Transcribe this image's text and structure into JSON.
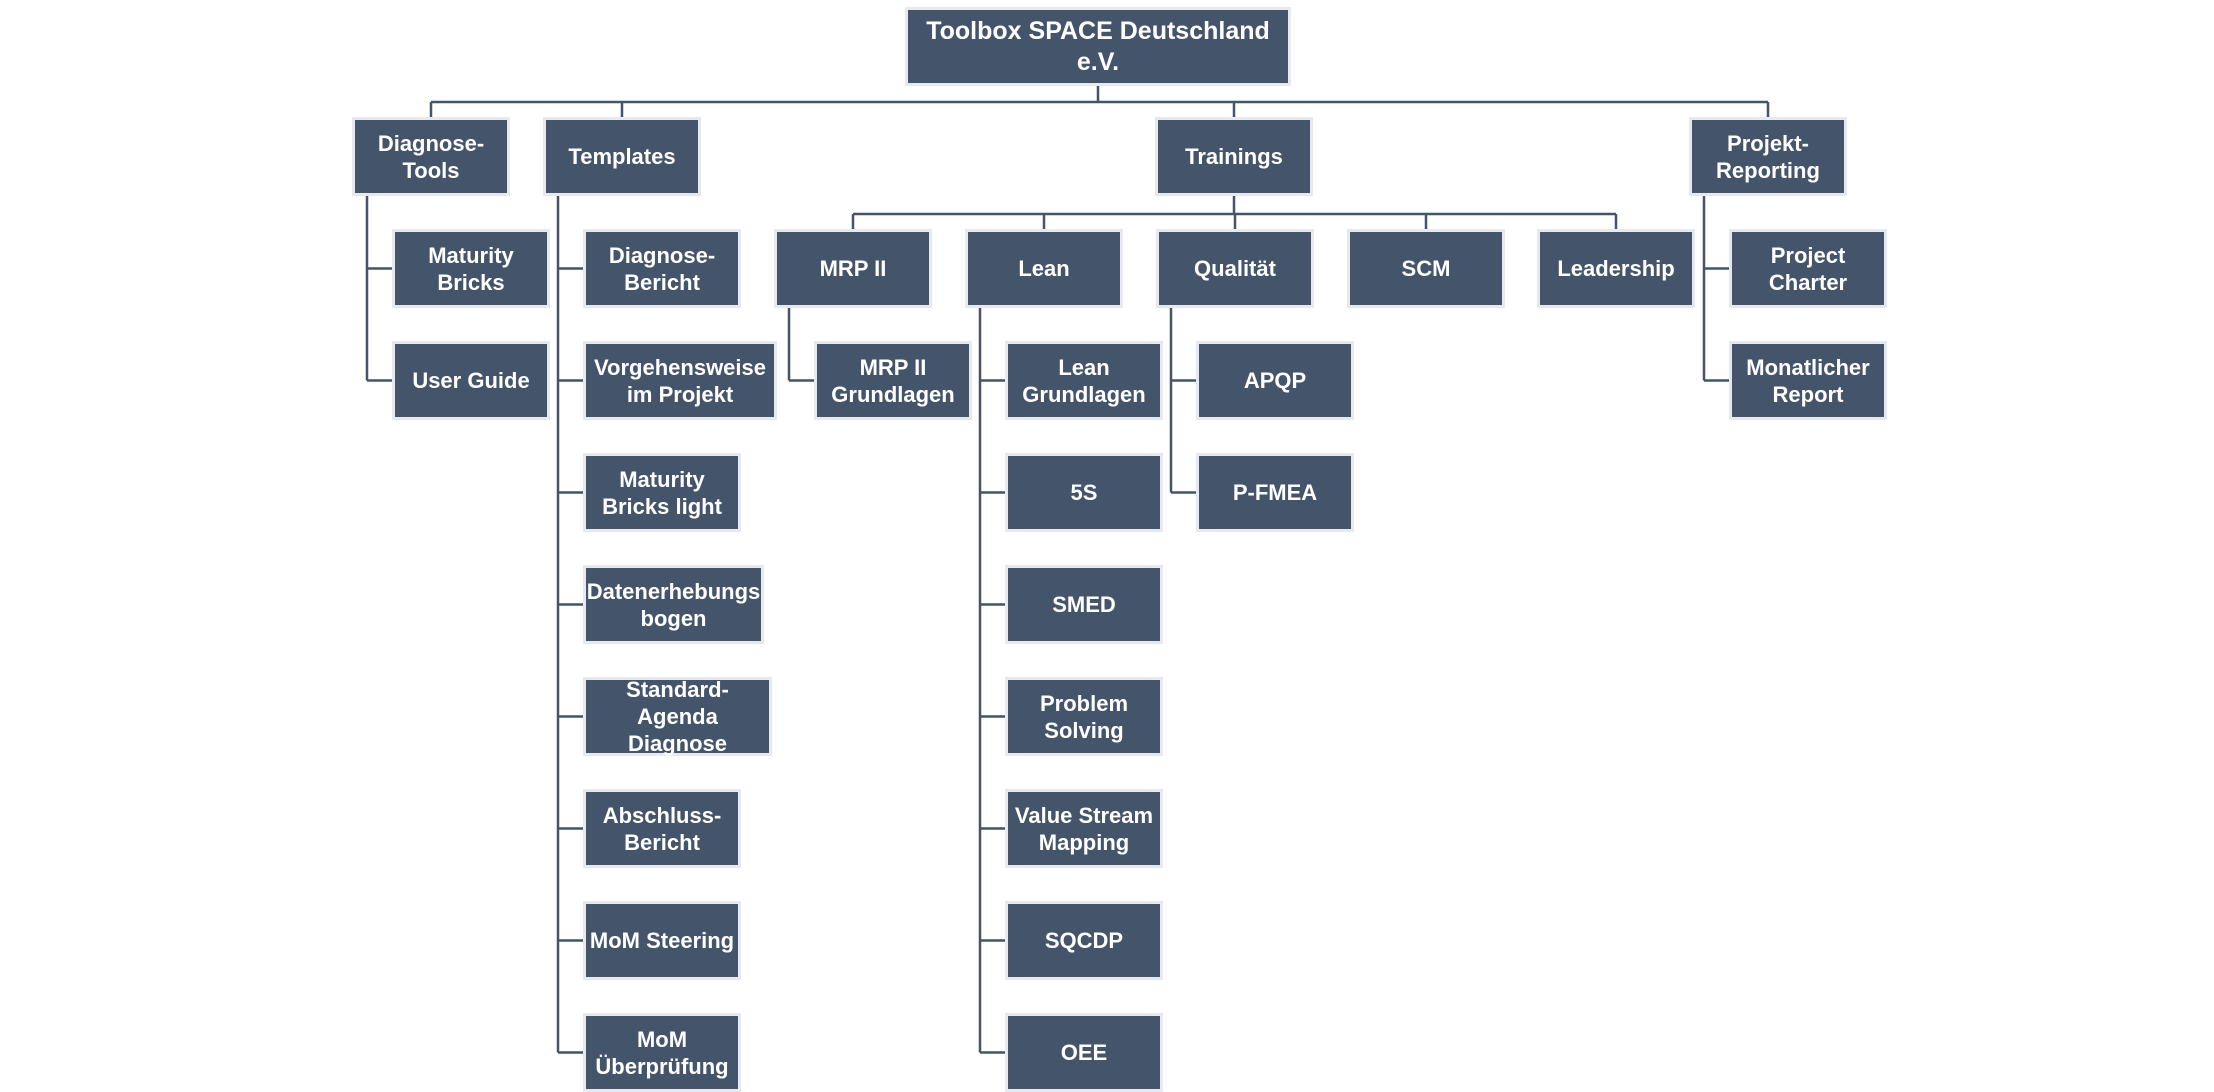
{
  "chart_data": {
    "type": "diagram",
    "root": {
      "id": "root",
      "label": "Toolbox SPACE Deutschland\ne.V.",
      "children": [
        {
          "id": "diagnose-tools",
          "label": "Diagnose-\nTools",
          "children": [
            {
              "id": "maturity-bricks",
              "label": "Maturity\nBricks"
            },
            {
              "id": "user-guide",
              "label": "User Guide"
            }
          ]
        },
        {
          "id": "templates",
          "label": "Templates",
          "children": [
            {
              "id": "diagnose-bericht",
              "label": "Diagnose-\nBericht"
            },
            {
              "id": "vorgehensweise",
              "label": "Vorgehensweise\nim Projekt"
            },
            {
              "id": "maturity-bricks-light",
              "label": "Maturity\nBricks light"
            },
            {
              "id": "datenerhebungsbogen",
              "label": "Datenerhebungs\nbogen"
            },
            {
              "id": "standard-agenda",
              "label": "Standard-Agenda\nDiagnose"
            },
            {
              "id": "abschluss-bericht",
              "label": "Abschluss-\nBericht"
            },
            {
              "id": "mom-steering",
              "label": "MoM Steering"
            },
            {
              "id": "mom-ueberpruefung",
              "label": "MoM\nÜberprüfung"
            }
          ]
        },
        {
          "id": "trainings",
          "label": "Trainings",
          "children": [
            {
              "id": "mrp-ii",
              "label": "MRP II",
              "children": [
                {
                  "id": "mrp-ii-grundlagen",
                  "label": "MRP II\nGrundlagen"
                }
              ]
            },
            {
              "id": "lean",
              "label": "Lean",
              "children": [
                {
                  "id": "lean-grundlagen",
                  "label": "Lean\nGrundlagen"
                },
                {
                  "id": "5s",
                  "label": "5S"
                },
                {
                  "id": "smed",
                  "label": "SMED"
                },
                {
                  "id": "problem-solving",
                  "label": "Problem\nSolving"
                },
                {
                  "id": "value-stream-mapping",
                  "label": "Value Stream\nMapping"
                },
                {
                  "id": "sqcdp",
                  "label": "SQCDP"
                },
                {
                  "id": "oee",
                  "label": "OEE"
                }
              ]
            },
            {
              "id": "qualitaet",
              "label": "Qualität",
              "children": [
                {
                  "id": "apqp",
                  "label": "APQP"
                },
                {
                  "id": "p-fmea",
                  "label": "P-FMEA"
                }
              ]
            },
            {
              "id": "scm",
              "label": "SCM"
            },
            {
              "id": "leadership",
              "label": "Leadership"
            }
          ]
        },
        {
          "id": "projekt-reporting",
          "label": "Projekt-\nReporting",
          "children": [
            {
              "id": "project-charter",
              "label": "Project\nCharter"
            },
            {
              "id": "monatlicher-report",
              "label": "Monatlicher\nReport"
            }
          ]
        }
      ]
    },
    "colors": {
      "box_fill": "#44546a",
      "box_text": "#ffffff",
      "line": "#44546a"
    }
  }
}
